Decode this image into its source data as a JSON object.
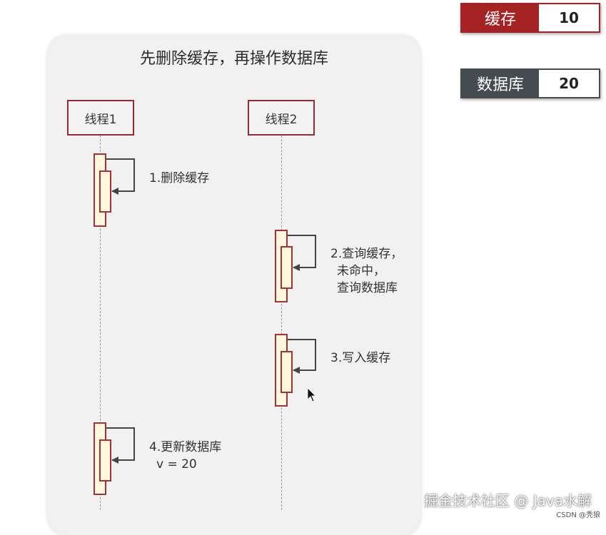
{
  "diagram": {
    "title": "先删除缓存，再操作数据库",
    "threads": [
      {
        "label": "线程1"
      },
      {
        "label": "线程2"
      }
    ],
    "messages": [
      {
        "lines": [
          "1.删除缓存"
        ]
      },
      {
        "lines": [
          "2.查询缓存，",
          "未命中，",
          "查询数据库"
        ]
      },
      {
        "lines": [
          "3.写入缓存"
        ]
      },
      {
        "lines": [
          "4.更新数据库",
          "v = 20"
        ]
      }
    ]
  },
  "state": {
    "cache": {
      "label": "缓存",
      "value": "10",
      "color": "#a52225"
    },
    "database": {
      "label": "数据库",
      "value": "20",
      "color": "#454c4f"
    }
  },
  "watermark": "掘金技术社区 @ Java水解",
  "credit": "CSDN @秃狼"
}
